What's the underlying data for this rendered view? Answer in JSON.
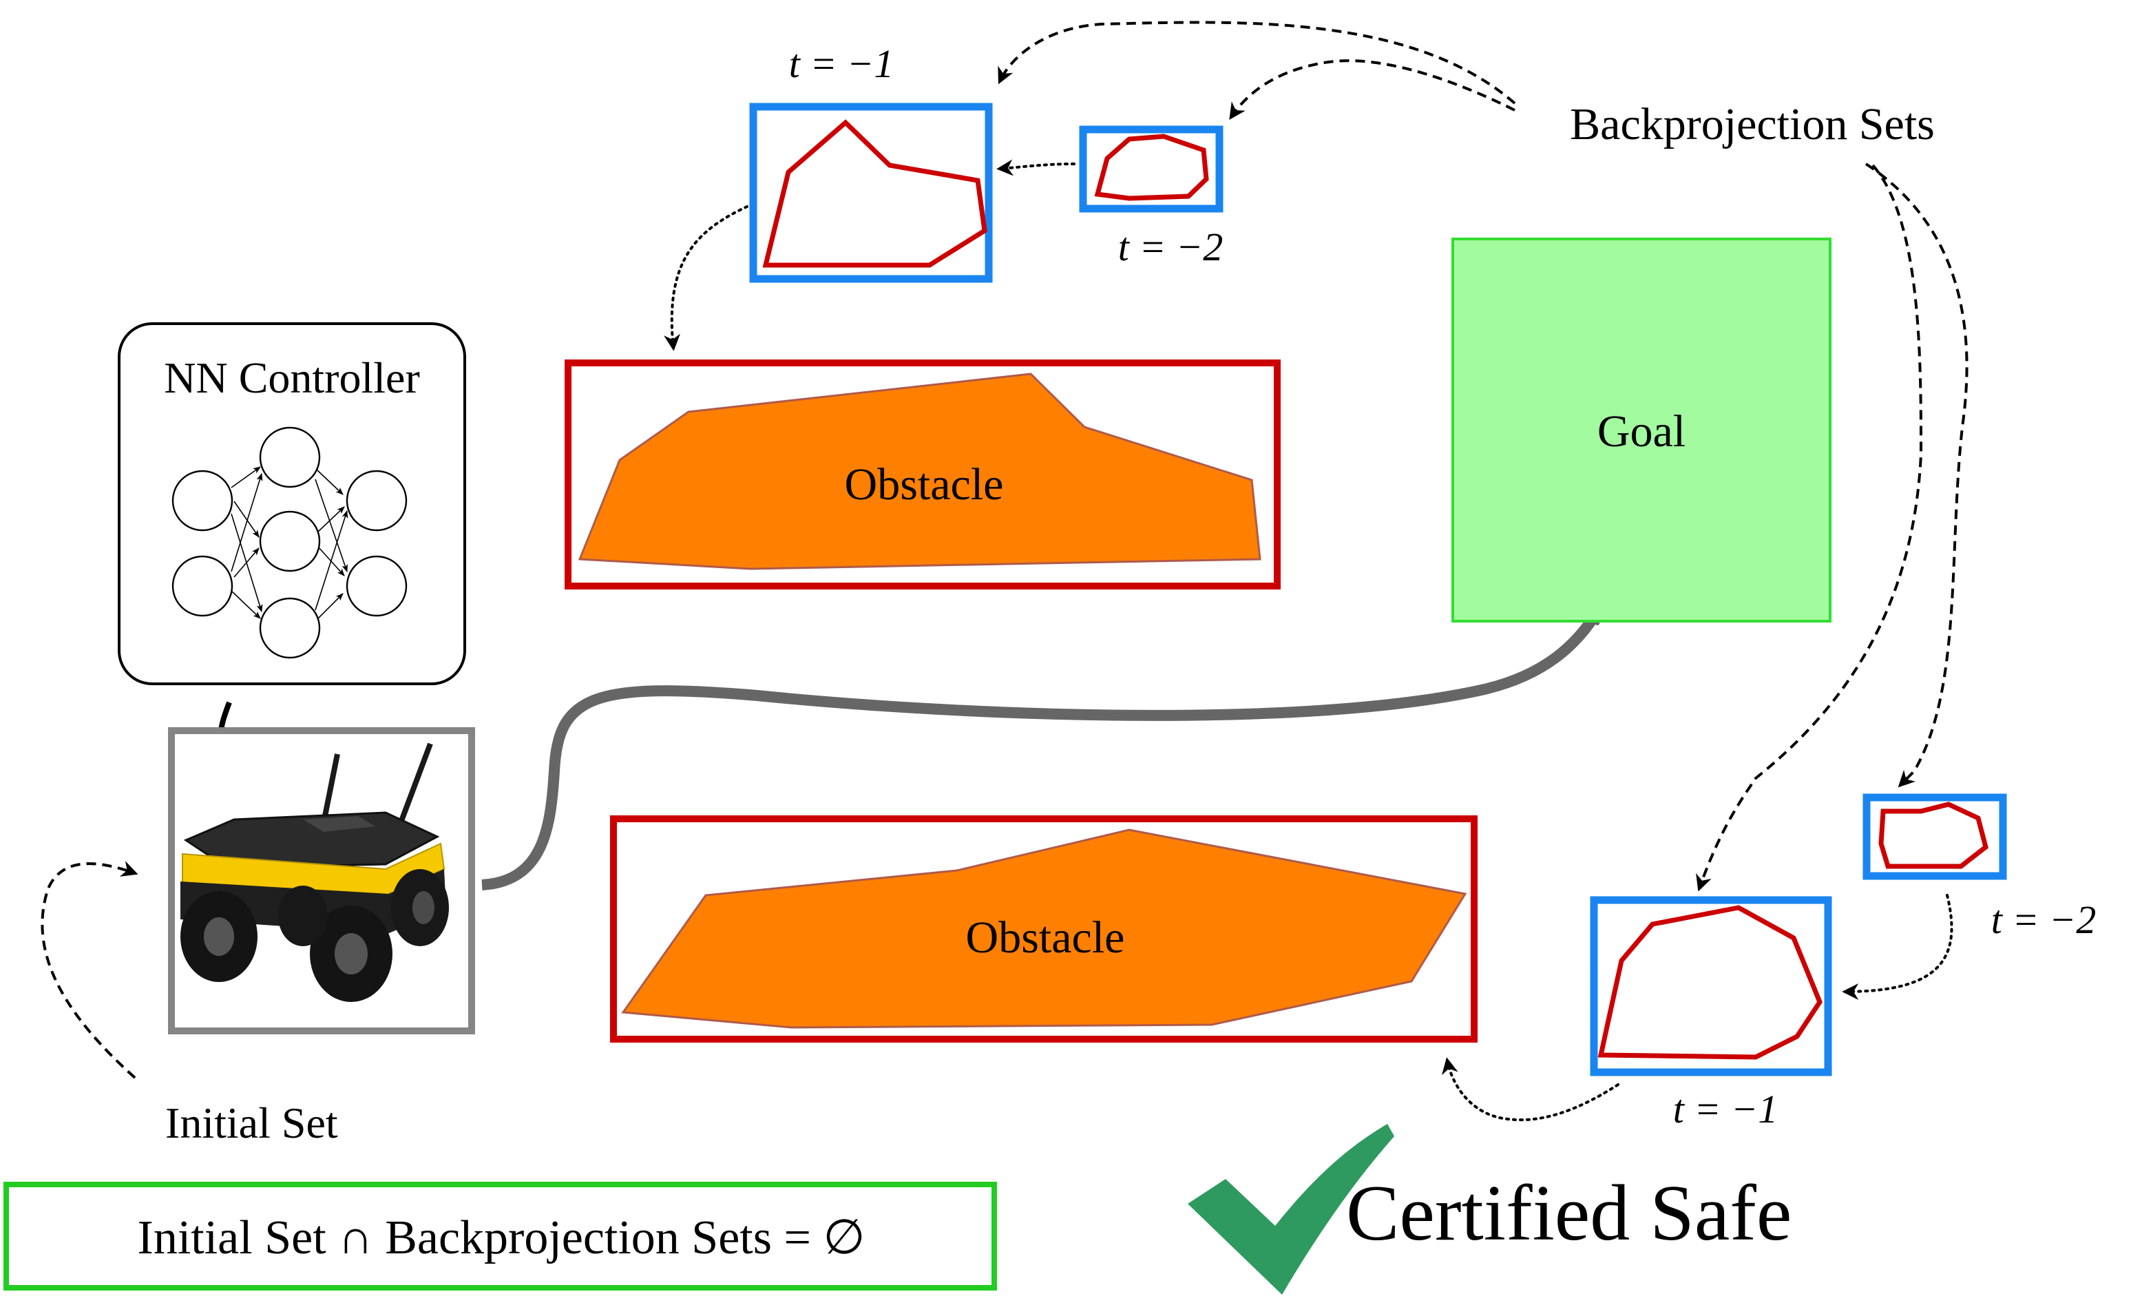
{
  "colors": {
    "backprojection_box": "#1a85f0",
    "backprojection_polytope": "#cc0000",
    "obstacle_fill": "#ff8000",
    "obstacle_box": "#cc0000",
    "goal_fill": "#a2fb9f",
    "goal_border": "#33dd33",
    "initial_set_box": "#858585",
    "trajectory": "#666666",
    "checkmark": "#2e9a5f",
    "condition_box": "#22cc22",
    "robot_body": "#1a1a1a",
    "robot_accent": "#f5c800"
  },
  "labels": {
    "controller": "NN Controller",
    "obstacle_top": "Obstacle",
    "obstacle_bottom": "Obstacle",
    "goal": "Goal",
    "backprojection_sets": "Backprojection Sets",
    "initial_set": "Initial Set",
    "top_t1": "t = −1",
    "top_t2": "t = −2",
    "bottom_t1": "t = −1",
    "bottom_t2": "t = −2",
    "condition": "Initial Set ∩ Backprojection Sets = ∅",
    "certified": "Certified Safe"
  },
  "icons": {
    "certified": "checkmark-icon",
    "robot": "ground-robot-icon",
    "network": "neural-network-icon"
  }
}
